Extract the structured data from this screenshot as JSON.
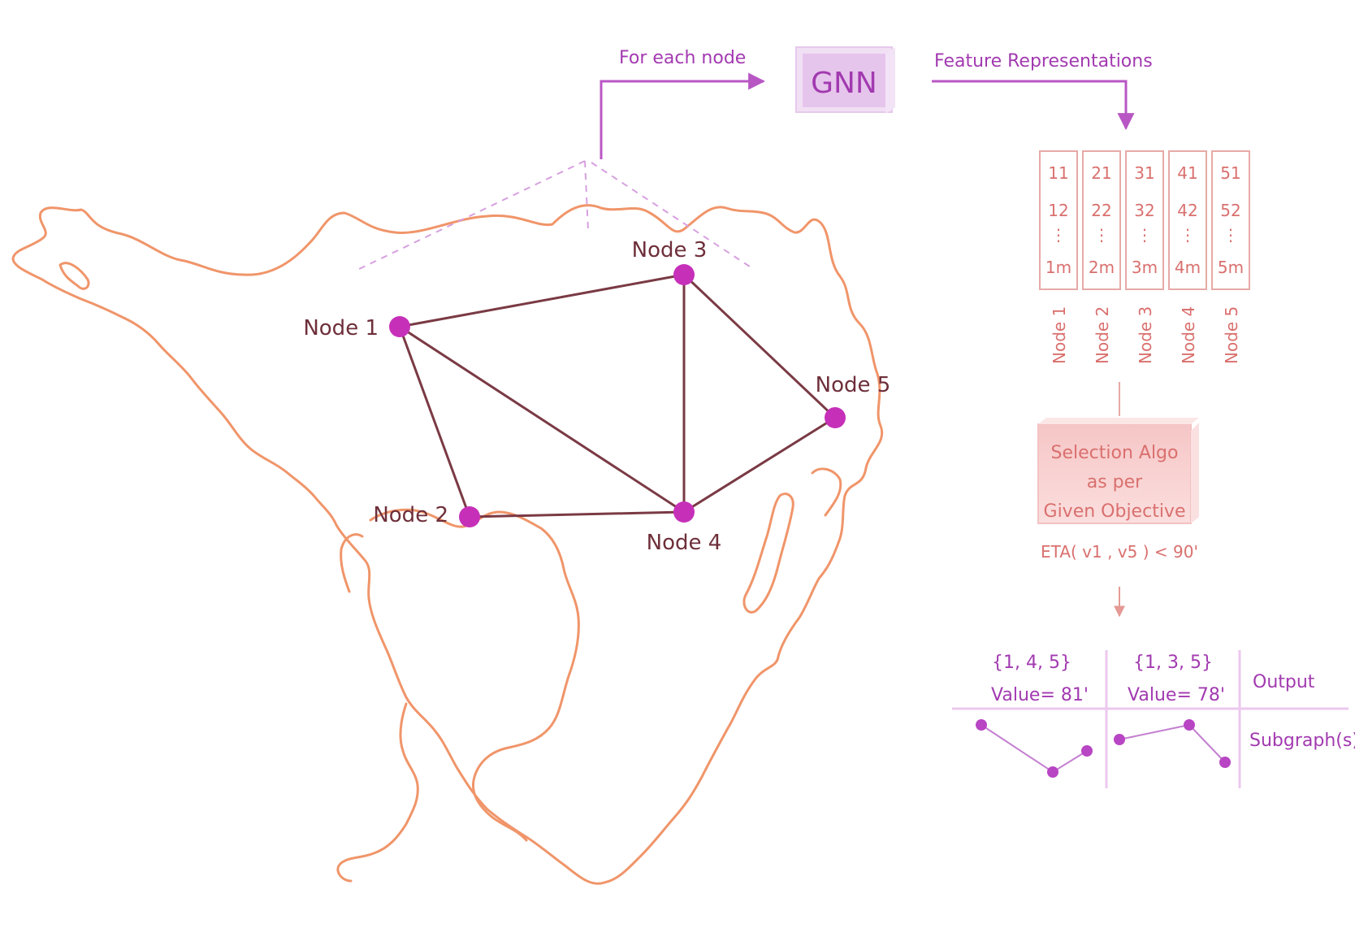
{
  "colors": {
    "map_outline": "#f0956a",
    "edge": "#7a3a44",
    "node": "#c630b9",
    "purple_ui": "#b857c4",
    "rose_ui": "#d9706e",
    "gnn_box": "#ead0ef",
    "selection_box": "#f7c9c9",
    "table_line": "#ecc8ee"
  },
  "flow": {
    "for_each_node": "For each node",
    "gnn_label": "GNN",
    "feature_repr": "Feature Representations"
  },
  "graph": {
    "nodes": [
      {
        "id": "1",
        "label": "Node 1"
      },
      {
        "id": "2",
        "label": "Node 2"
      },
      {
        "id": "3",
        "label": "Node 3"
      },
      {
        "id": "4",
        "label": "Node 4"
      },
      {
        "id": "5",
        "label": "Node 5"
      }
    ],
    "edges": [
      [
        "1",
        "3"
      ],
      [
        "1",
        "2"
      ],
      [
        "1",
        "4"
      ],
      [
        "2",
        "4"
      ],
      [
        "3",
        "4"
      ],
      [
        "3",
        "5"
      ],
      [
        "4",
        "5"
      ]
    ]
  },
  "features": {
    "columns": [
      {
        "row1": "11",
        "row2": "12",
        "dots": "⋮",
        "rowm": "1m",
        "label": "Node 1"
      },
      {
        "row1": "21",
        "row2": "22",
        "dots": "⋮",
        "rowm": "2m",
        "label": "Node 2"
      },
      {
        "row1": "31",
        "row2": "32",
        "dots": "⋮",
        "rowm": "3m",
        "label": "Node 3"
      },
      {
        "row1": "41",
        "row2": "42",
        "dots": "⋮",
        "rowm": "4m",
        "label": "Node 4"
      },
      {
        "row1": "51",
        "row2": "52",
        "dots": "⋮",
        "rowm": "5m",
        "label": "Node 5"
      }
    ]
  },
  "selection": {
    "line1": "Selection Algo",
    "line2": "as per",
    "line3": "Given Objective",
    "objective": "ETA( v1 , v5 ) < 90'"
  },
  "output_table": {
    "col1_set": "{1, 4, 5}",
    "col1_value": "Value= 81'",
    "col2_set": "{1, 3, 5}",
    "col2_value": "Value= 78'",
    "output_label": "Output",
    "subgraph_label": "Subgraph(s)"
  }
}
